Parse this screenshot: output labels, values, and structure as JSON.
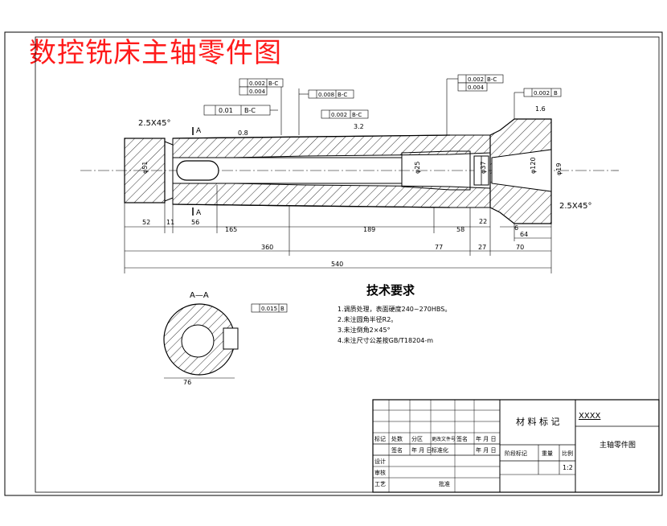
{
  "title": "数控铣床主轴零件图",
  "section_label": "A—A",
  "section_mark": "A",
  "tech_req": {
    "heading": "技术要求",
    "items": [
      "1.调质处理，表面硬度240~270HBS。",
      "2.未注圆角半径R2。",
      "3.未注倒角2×45°",
      "4.未注尺寸公差按GB/T18204-m"
    ]
  },
  "dims": {
    "d52": "52",
    "d11": "11",
    "d56": "56",
    "d165": "165",
    "d189": "189",
    "d58": "58",
    "d22": "22",
    "d6": "6",
    "d64": "64",
    "d360": "360",
    "d77": "77",
    "d27": "27",
    "d70": "70",
    "d540": "540",
    "chamfer_left": "2.5X45°",
    "chamfer_right": "2.5X45°",
    "dia_19": "φ19",
    "dia_120": "φ120",
    "dia_37": "φ37",
    "dia_25": "φ25",
    "dia_51": "φ51",
    "dia_76": "76",
    "r_08": "0.8",
    "r_32": "3.2",
    "r_16": "1.6"
  },
  "gdt": {
    "g1": "0.002",
    "g1r": "B-C",
    "g2": "0.004",
    "g3": "0.008",
    "g3r": "B-C",
    "g4": "0.01",
    "g4r": "B-C",
    "g5": "0.002",
    "g5r": "B-C",
    "g6": "0.002",
    "g6r": "B-C",
    "g7": "0.004",
    "g8": "0.002",
    "g8r": "B",
    "g9": "0.015",
    "g9r": "B"
  },
  "datums": [
    "B",
    "C"
  ],
  "title_block": {
    "material": "材 料 标 记",
    "code": "XXXX",
    "part_name": "主轴零件图",
    "row_labels": [
      "标记",
      "处数",
      "分区",
      "更改文件号",
      "签名",
      "年 月 日"
    ],
    "row2": [
      "设计",
      "标准化",
      "年 月 日"
    ],
    "stage": "阶段标记",
    "weight": "重量",
    "scale_label": "比例",
    "scale": "1:2",
    "reviewer": "审核",
    "process": "工艺",
    "approve": "批准",
    "sign": "签名",
    "ymd": "年 月 日"
  }
}
